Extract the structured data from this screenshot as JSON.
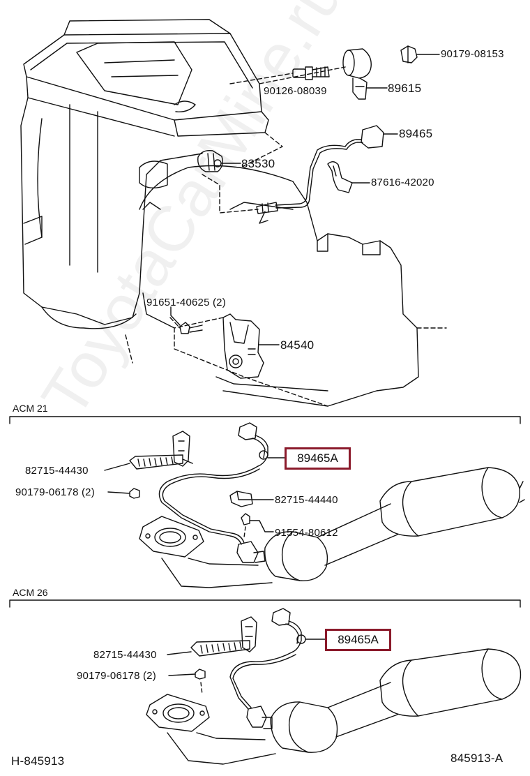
{
  "watermark": "ToyotaCarMine.ru",
  "sections": [
    {
      "name": "ACM 21"
    },
    {
      "name": "ACM 26"
    }
  ],
  "labels": {
    "p90179_08153": "90179-08153",
    "p90126_08039": "90126-08039",
    "p89615": "89615",
    "p89465": "89465",
    "p83530": "83530",
    "p87616_42020": "87616-42020",
    "p91651_40625": "91651-40625 (2)",
    "p84540": "84540",
    "s1_82715_44430": "82715-44430",
    "s1_90179_06178": "90179-06178 (2)",
    "s1_89465A": "89465A",
    "s1_82715_44440": "82715-44440",
    "s1_91554_80612": "91554-80612",
    "s2_89465A": "89465A",
    "s2_82715_44430": "82715-44430",
    "s2_90179_06178": "90179-06178 (2)"
  },
  "footer": {
    "left_code": "H-845913",
    "right_code": "845913-A"
  },
  "colors": {
    "highlight": "#8b1a2b",
    "line": "#111111"
  }
}
